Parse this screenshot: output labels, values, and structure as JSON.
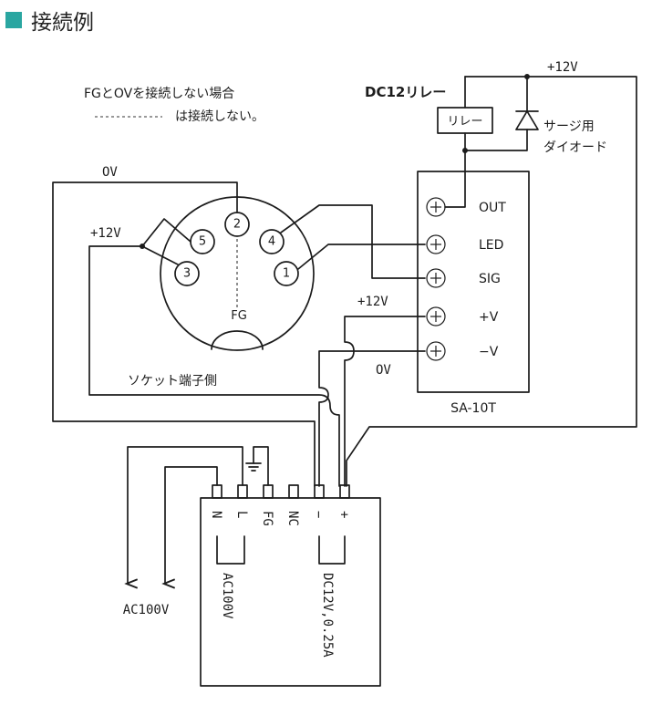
{
  "header": {
    "title": "接続例"
  },
  "diagram": {
    "note_line1": "FGとOVを接続しない場合",
    "note_line2": "は接続しない。",
    "label_0v_top": "OV",
    "label_12v_left": "+12V",
    "socket_pins": [
      "1",
      "2",
      "3",
      "4",
      "5"
    ],
    "socket_fg": "FG",
    "socket_side": "ソケット端子側",
    "relay_title": "DC12リレー",
    "relay_box": "リレー",
    "surge_diode": "サージ用",
    "surge_diode2": "ダイオード",
    "label_12v_top": "+12V",
    "sensor_terminals": [
      "OUT",
      "LED",
      "SIG",
      "+V",
      "−V"
    ],
    "sensor_model": "SA-10T",
    "label_12v_mid": "+12V",
    "label_0v_mid": "OV",
    "psu_terminals": [
      "N",
      "L",
      "FG",
      "NC",
      "−",
      "+"
    ],
    "psu_ac_in": "AC100V",
    "psu_dc_out": "DC12V,0.25A",
    "ac_source": "AC100V"
  }
}
